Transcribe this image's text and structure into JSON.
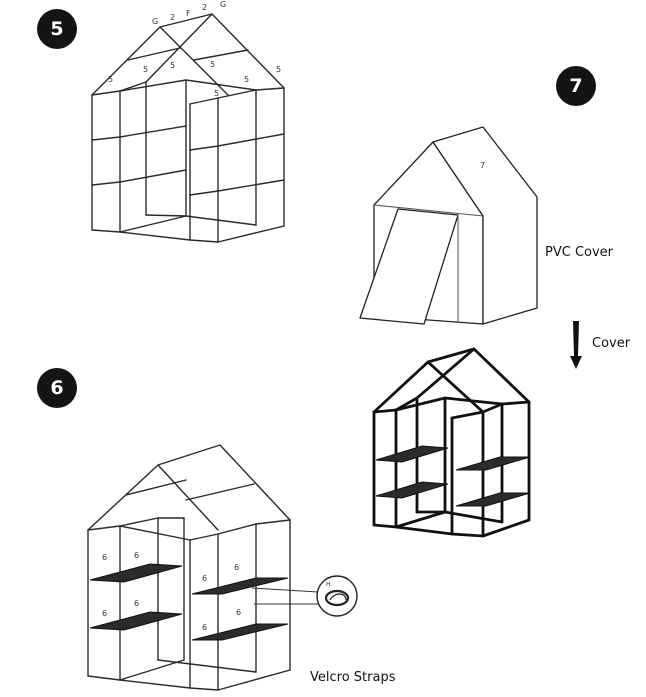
{
  "steps": {
    "step5": {
      "number": "5"
    },
    "step6": {
      "number": "6"
    },
    "step7": {
      "number": "7"
    }
  },
  "parts": {
    "top_left": "G",
    "two_a": "2",
    "f": "F",
    "two_b": "2",
    "top_right": "G",
    "five": "5",
    "six": "6",
    "seven": "7",
    "strap_mark": "H"
  },
  "labels": {
    "pvc_cover": "PVC Cover",
    "cover": "Cover",
    "velcro_straps": "Velcro Straps"
  }
}
